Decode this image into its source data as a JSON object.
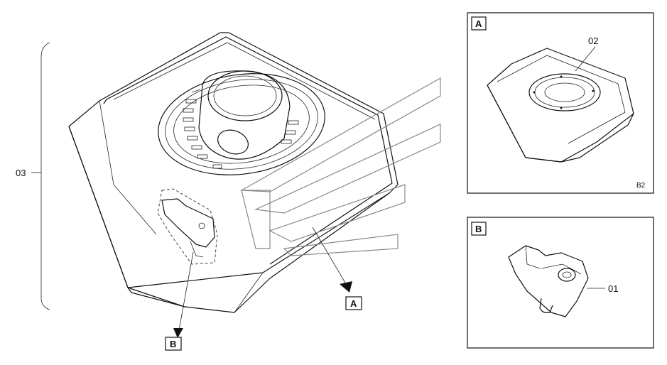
{
  "callouts": {
    "part_03": "03",
    "part_02": "02",
    "part_01": "01",
    "marker_a_main": "A",
    "marker_b_main": "B",
    "detail_a_tag": "A",
    "detail_b_tag": "B",
    "detail_a_code": "B2"
  }
}
